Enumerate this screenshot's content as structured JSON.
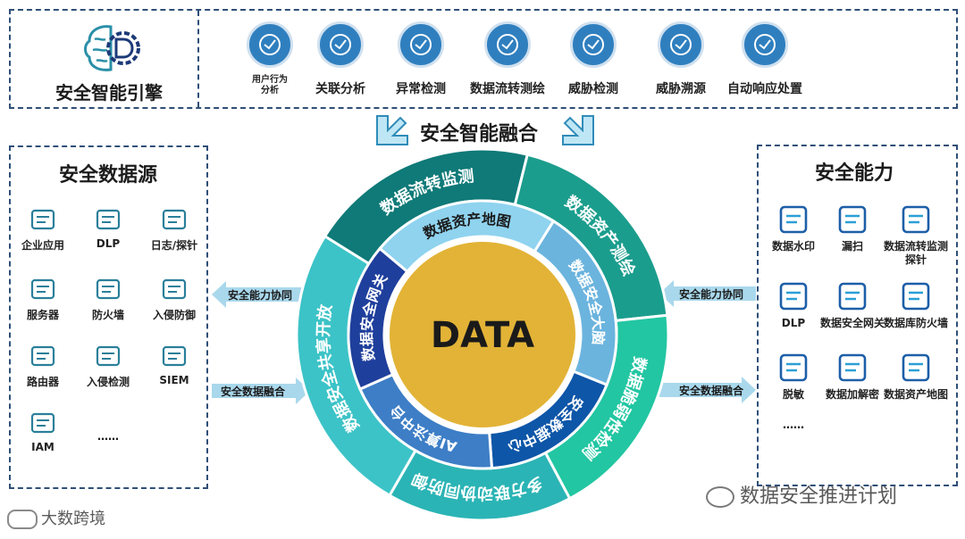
{
  "engine": {
    "title": "安全智能引擎",
    "items": [
      {
        "label": "用户行为分析",
        "icon": "user-behavior-icon"
      },
      {
        "label": "关联分析",
        "icon": "correlation-icon"
      },
      {
        "label": "异常检测",
        "icon": "anomaly-icon"
      },
      {
        "label": "数据流转测绘",
        "icon": "dataflow-icon"
      },
      {
        "label": "威胁检测",
        "icon": "threat-detect-icon"
      },
      {
        "label": "威胁溯源",
        "icon": "globe-trace-icon"
      },
      {
        "label": "自动响应处置",
        "icon": "clock-response-icon"
      }
    ]
  },
  "fusion_title": "安全智能融合",
  "data_sources": {
    "title": "安全数据源",
    "items": [
      {
        "label": "企业应用",
        "icon": "app-cube-icon"
      },
      {
        "label": "DLP",
        "icon": "dlp-monitor-icon"
      },
      {
        "label": "日志/探针",
        "icon": "log-calendar-icon"
      },
      {
        "label": "服务器",
        "icon": "server-icon"
      },
      {
        "label": "防火墙",
        "icon": "firewall-icon"
      },
      {
        "label": "入侵防御",
        "icon": "ips-icon"
      },
      {
        "label": "路由器",
        "icon": "router-icon"
      },
      {
        "label": "入侵检测",
        "icon": "ids-icon"
      },
      {
        "label": "SIEM",
        "icon": "siem-icon"
      },
      {
        "label": "IAM",
        "icon": "iam-network-icon"
      },
      {
        "label": "……",
        "icon": ""
      }
    ]
  },
  "capabilities": {
    "title": "安全能力",
    "items": [
      {
        "label": "数据水印",
        "icon": "watermark-icon"
      },
      {
        "label": "漏扫",
        "icon": "bug-scan-icon"
      },
      {
        "label": "数据流转监测探针",
        "icon": "flow-probe-icon"
      },
      {
        "label": "DLP",
        "icon": "dlp-icon"
      },
      {
        "label": "数据安全网关",
        "icon": "gateway-icon"
      },
      {
        "label": "数据库防火墙",
        "icon": "db-firewall-icon"
      },
      {
        "label": "脱敏",
        "icon": "desensitize-icon"
      },
      {
        "label": "数据加解密",
        "icon": "encrypt-icon"
      },
      {
        "label": "数据资产地图",
        "icon": "asset-map-icon"
      },
      {
        "label": "……",
        "icon": ""
      }
    ]
  },
  "arrows": {
    "left_top": "安全能力协同",
    "left_bottom": "安全数据融合",
    "right_top": "安全能力协同",
    "right_bottom": "安全数据融合"
  },
  "wheel": {
    "center": "DATA",
    "outer": [
      "数据流转监测",
      "数据资产测绘",
      "数据脆弱性检测",
      "多方联动协同防御",
      "数据安全共享开放"
    ],
    "inner": [
      "数据资产地图",
      "数据安全大脑",
      "安全数据中心",
      "AI算法中台",
      "数据安全网关"
    ]
  },
  "colors": {
    "outer": [
      "#0f7a78",
      "#1b9d8d",
      "#22c6a2",
      "#2bb4b5",
      "#3cc3c7"
    ],
    "inner": [
      "#8fd3ef",
      "#6bb4de",
      "#0e56a8",
      "#3d7ec6",
      "#1f3f9c"
    ],
    "center": "#e2b336",
    "arrow": "#a9d8ec",
    "engine_icon": "#2f7fbf"
  },
  "watermarks": {
    "left": "大数跨境",
    "right": "数据安全推进计划"
  }
}
